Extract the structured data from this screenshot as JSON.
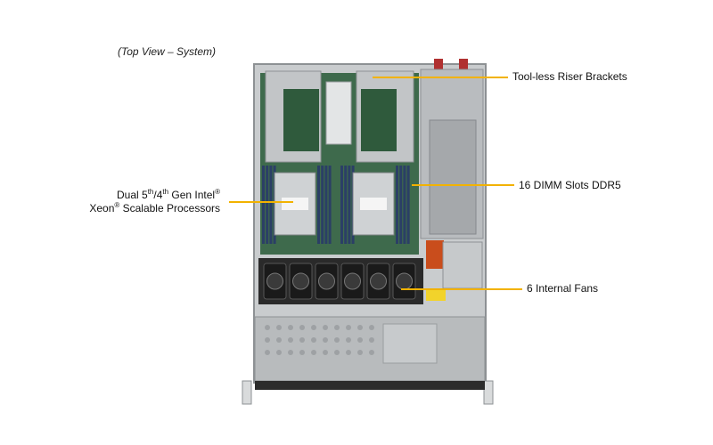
{
  "caption": "(Top View – System)",
  "callouts": {
    "riser": "Tool-less Riser Brackets",
    "dimm": "16 DIMM Slots DDR5",
    "fans": "6 Internal  Fans",
    "cpu_line1_a": "Dual 5",
    "cpu_line1_sup1": "th",
    "cpu_line1_b": "/4",
    "cpu_line1_sup2": "th",
    "cpu_line1_c": " Gen Intel",
    "cpu_line1_sup3": "®",
    "cpu_line2_a": "Xeon",
    "cpu_line2_sup": "®",
    "cpu_line2_b": " Scalable Processors"
  },
  "colors": {
    "leader": "#f2b200",
    "chassis": "#c9ccce",
    "board": "#3e6a4c",
    "dimm": "#2b3f66",
    "fan": "#1a1a1a",
    "psu": "#b9bcbf"
  },
  "components": {
    "fan_count": 6,
    "dimm_count": 16,
    "cpu_count": 2
  }
}
